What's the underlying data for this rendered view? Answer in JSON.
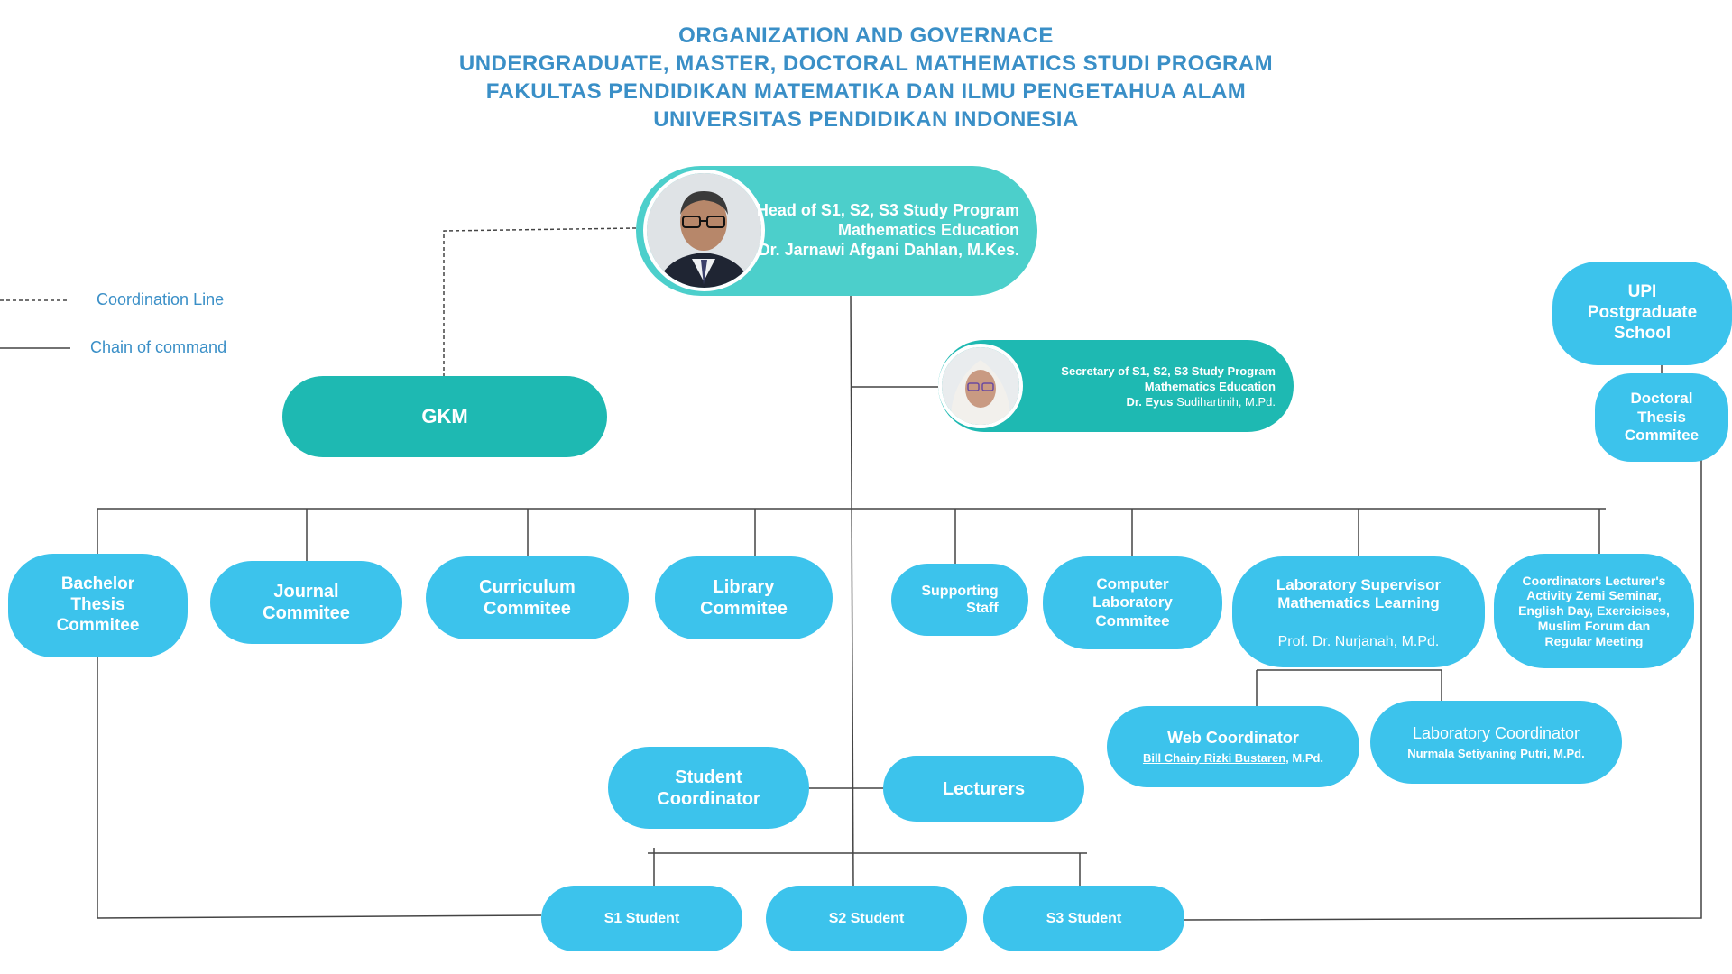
{
  "title": {
    "line1": "ORGANIZATION AND GOVERNACE",
    "line2": "UNDERGRADUATE, MASTER, DOCTORAL MATHEMATICS STUDI PROGRAM",
    "line3": "FAKULTAS PENDIDIKAN MATEMATIKA DAN ILMU PENGETAHUA ALAM",
    "line4": "UNIVERSITAS PENDIDIKAN INDONESIA"
  },
  "legend": {
    "coordination": "Coordination Line",
    "command": "Chain of command"
  },
  "head": {
    "line1": "Head of S1, S2, S3 Study  Program",
    "line2": "Mathematics Education",
    "line3": "Dr. Jarnawi Afgani Dahlan, M.Kes."
  },
  "secretary": {
    "line1": "Secretary of S1, S2, S3 Study Program",
    "line2": "Mathematics Education",
    "line3_bold": "Dr. Eyus",
    "line3_rest": " Sudihartinih, M.Pd."
  },
  "gkm": "GKM",
  "upi": "UPI\nPostgraduate\nSchool",
  "doctoral": "Doctoral\nThesis\nCommitee",
  "committees": {
    "bachelor": "Bachelor\nThesis\nCommitee",
    "journal": "Journal\nCommitee",
    "curriculum": "Curriculum\nCommitee",
    "library": "Library\nCommitee",
    "supporting": "Supporting\nStaff",
    "computer": "Computer\nLaboratory\nCommitee",
    "lab_supervisor": "Laboratory Supervisor\nMathematics Learning",
    "lab_supervisor_name": "Prof. Dr. Nurjanah, M.Pd.",
    "coordinators": "Coordinators Lecturer's\nActivity Zemi Seminar,\nEnglish Day, Exercicises,\nMuslim Forum dan\nRegular Meeting"
  },
  "web": {
    "title": "Web Coordinator",
    "name_underlined": "Bill Chairy Rizki Bustaren",
    "name_rest": ", M.Pd."
  },
  "labcoord": {
    "title": "Laboratory Coordinator",
    "name": "Nurmala Setiyaning Putri, M.Pd."
  },
  "student_coordinator": "Student\nCoordinator",
  "lecturers": "Lecturers",
  "students": {
    "s1": "S1 Student",
    "s2": "S2 Student",
    "s3": "S3 Student"
  }
}
